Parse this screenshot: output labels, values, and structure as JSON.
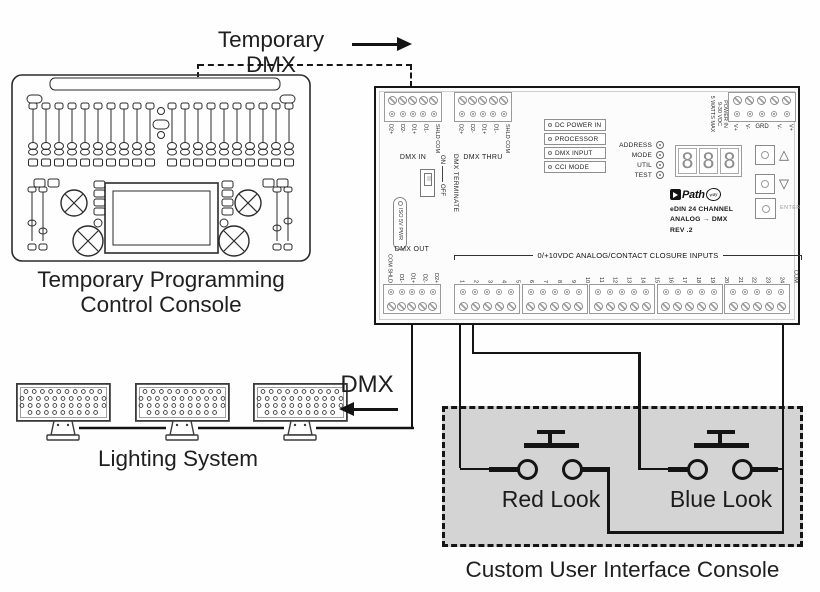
{
  "labels": {
    "temporary_dmx": "Temporary DMX",
    "console_caption_line1": "Temporary Programming",
    "console_caption_line2": "Control Console",
    "lighting_system": "Lighting System",
    "dmx": "DMX",
    "custom_console": "Custom User Interface Console",
    "red_look": "Red Look",
    "blue_look": "Blue Look"
  },
  "edin": {
    "dmx_in": {
      "label": "DMX IN",
      "terminals": [
        "D2+",
        "D2-",
        "D1+",
        "D1-",
        "SHLD COM"
      ]
    },
    "dmx_thru": {
      "label": "DMX THRU",
      "terminals": [
        "D2+",
        "D2-",
        "D1+",
        "D1-",
        "SHLD COM"
      ]
    },
    "power_in": {
      "note": [
        "POWER IN",
        "9-30 VDC",
        "5 WATTS MAX"
      ],
      "terminals": [
        "V+",
        "V-",
        "GRD",
        "V-",
        "V+"
      ]
    },
    "status_leds": [
      "DC POWER IN",
      "PROCESSOR",
      "DMX INPUT",
      "CCI MODE"
    ],
    "setup_buttons": [
      "ADDRESS",
      "MODE",
      "UTIL",
      "TEST"
    ],
    "display": {
      "digits": [
        "8",
        "8",
        "8"
      ]
    },
    "nav": {
      "up": "△",
      "down": "▽",
      "enter": "ENTER"
    },
    "brand": {
      "path": "Path",
      "way": "way"
    },
    "model_lines": [
      "eDIN 24 CHANNEL",
      "ANALOG → DMX",
      "REV .2"
    ],
    "terminate": {
      "label": "DMX TERMINATE",
      "on": "ON",
      "off": "OFF"
    },
    "iso_pwr": "ISO 5V PWR",
    "dmx_out": {
      "label": "DMX OUT",
      "terminals": [
        "COM SHLD",
        "D1-",
        "D1+",
        "D2-",
        "D2+"
      ]
    },
    "inputs": {
      "header": "0/+10VDC ANALOG/CONTACT CLOSURE INPUTS",
      "numbers": [
        "1",
        "2",
        "3",
        "4",
        "5",
        "6",
        "7",
        "8",
        "9",
        "10",
        "11",
        "12",
        "13",
        "14",
        "15",
        "16",
        "17",
        "18",
        "19",
        "20",
        "21",
        "22",
        "23",
        "24",
        "COM"
      ]
    }
  }
}
